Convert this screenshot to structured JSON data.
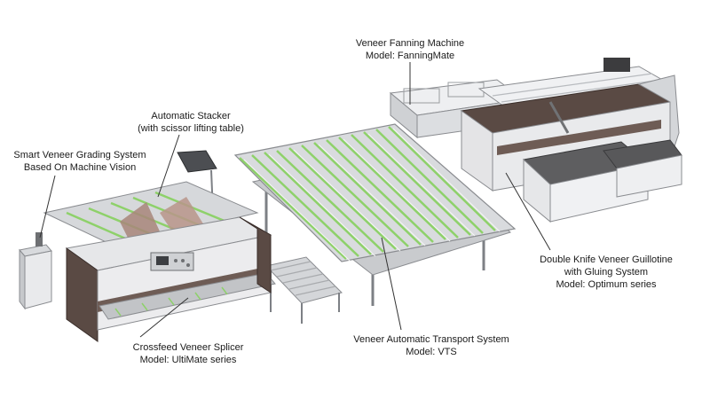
{
  "labels": {
    "fanning": {
      "line1": "Veneer Fanning Machine",
      "line2": "Model: FanningMate"
    },
    "stacker": {
      "line1": "Automatic Stacker",
      "line2": "(with scissor lifting table)"
    },
    "grading": {
      "line1": "Smart Veneer Grading System",
      "line2": "Based On Machine Vision"
    },
    "guillotine": {
      "line1": "Double Knife Veneer Guillotine",
      "line2": "with Gluing System",
      "line3": "Model: Optimum series"
    },
    "splicer": {
      "line1": "Crossfeed Veneer Splicer",
      "line2": "Model: UltiMate series"
    },
    "transport": {
      "line1": "Veneer Automatic Transport System",
      "line2": "Model: VTS"
    }
  },
  "colors": {
    "machine_body": "#e4e4e6",
    "machine_dark": "#5a4a44",
    "conveyor_green": "#8ed16a",
    "frame_grey": "#8a8c90",
    "leader_line": "#333333"
  }
}
